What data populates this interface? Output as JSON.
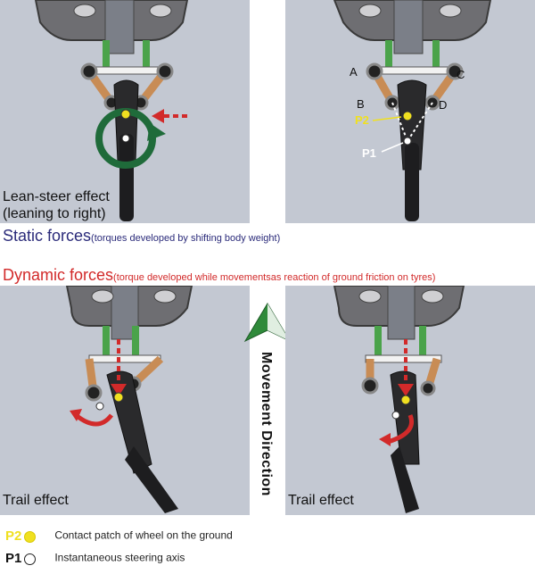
{
  "panels": {
    "top_left_caption_line1": "Lean-steer effect",
    "top_left_caption_line2": "(leaning to right)",
    "bottom_left_caption": "Trail effect",
    "bottom_right_caption": "Trail effect"
  },
  "labels": {
    "A": "A",
    "B": "B",
    "C": "C",
    "D": "D",
    "P2": "P2",
    "P1": "P1"
  },
  "static_heading": {
    "main": "Static forces",
    "sub": "(torques developed by shifting body weight)"
  },
  "dynamic_heading": {
    "main": "Dynamic forces",
    "sub": "(torque developed while movementsas reaction of ground friction on tyres)"
  },
  "direction_label": "Movement Direction",
  "legend": [
    {
      "symbol": "P2",
      "color": "#f0e020",
      "text": "Contact patch of wheel on the ground"
    },
    {
      "symbol": "P1",
      "color": "#ffffff",
      "text": "Instantaneous steering axis"
    }
  ],
  "colors": {
    "panel": "#c3c8d2",
    "force_arrow": "#d22a2a",
    "rotation_arrow": "#1f6b3a",
    "direction_arrow": "#2f8a3a"
  }
}
